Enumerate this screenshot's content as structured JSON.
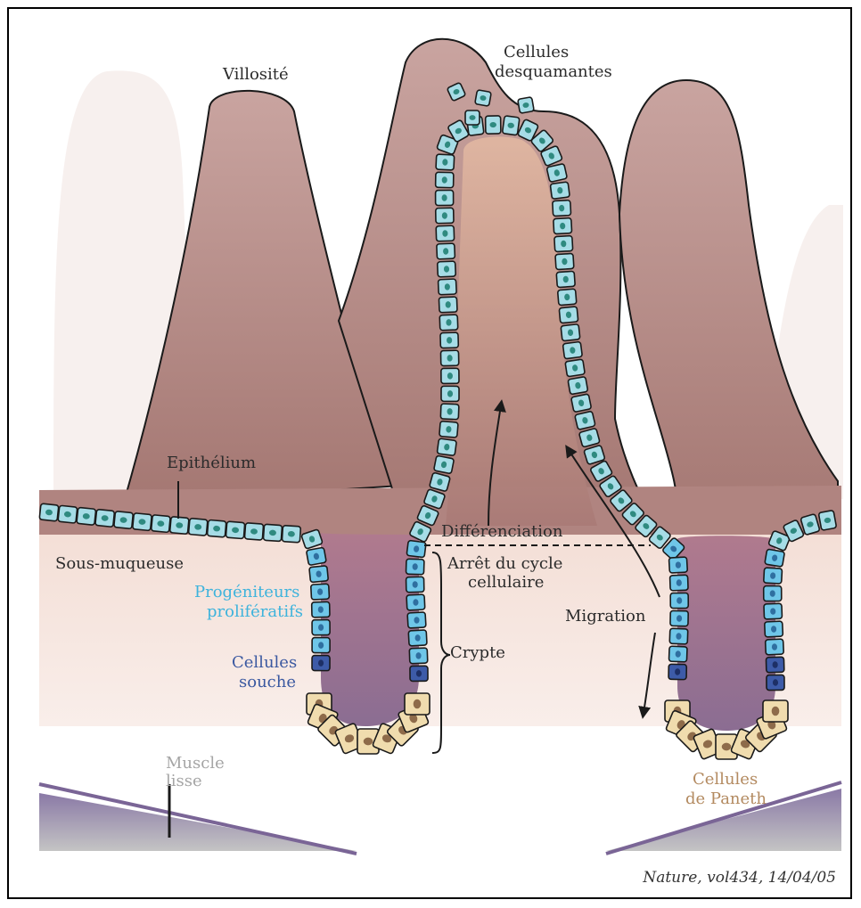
{
  "labels": {
    "villus": "Villosité",
    "desquamating_1": "Cellules",
    "desquamating_2": "desquamantes",
    "epithelium": "Epithélium",
    "submucosa": "Sous-muqueuse",
    "progenitors_1": "Progéniteurs",
    "progenitors_2": "prolifératifs",
    "stem_1": "Cellules",
    "stem_2": "souche",
    "differentiation": "Différenciation",
    "cycle_arrest_1": "Arrêt du cycle",
    "cycle_arrest_2": "cellulaire",
    "crypt": "Crypte",
    "migration": "Migration",
    "muscle_1": "Muscle",
    "muscle_2": "lisse",
    "paneth_1": "Cellules",
    "paneth_2": "de Paneth"
  },
  "credit": "Nature, vol434, 14/04/05",
  "colors": {
    "villus_fill": "#b78a84",
    "tissue_fill": "#f6e3dc",
    "epithelial_cell": "#a6dce6",
    "proliferative_cell": "#6fc6e8",
    "stem_cell": "#3d5ba8",
    "paneth_cell": "#f0dcae",
    "crypt_lumen": "#8e6b8e",
    "muscle": "#8a79a6"
  }
}
